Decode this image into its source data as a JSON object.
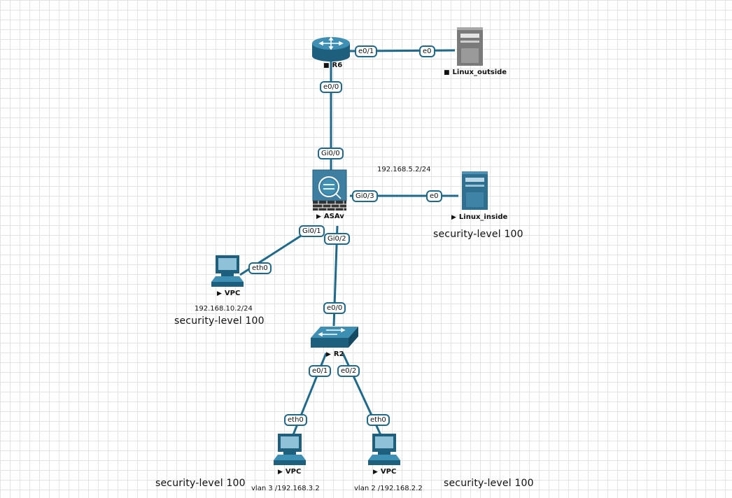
{
  "nodes": {
    "r6": {
      "label": "R6",
      "marker": "■"
    },
    "linux_outside": {
      "label": "Linux_outside",
      "marker": "■"
    },
    "asav": {
      "label": "ASAv",
      "marker": "▶"
    },
    "linux_inside": {
      "label": "Linux_inside",
      "marker": "▶"
    },
    "vpc_left": {
      "label": "VPC",
      "marker": "▶"
    },
    "r2": {
      "label": "R2",
      "marker": "▶"
    },
    "vpc_bottom_left": {
      "label": "VPC",
      "marker": "▶"
    },
    "vpc_bottom_right": {
      "label": "VPC",
      "marker": "▶"
    }
  },
  "interfaces": {
    "r6_e01": "e0/1",
    "linux_outside_e0": "e0",
    "r6_e00": "e0/0",
    "asav_gi00": "Gi0/0",
    "asav_gi03": "Gi0/3",
    "linux_inside_e0": "e0",
    "asav_gi01": "Gi0/1",
    "asav_gi02": "Gi0/2",
    "vpc_left_eth0": "eth0",
    "r2_e00": "e0/0",
    "r2_e01": "e0/1",
    "r2_e02": "e0/2",
    "vpc_bl_eth0": "eth0",
    "vpc_br_eth0": "eth0"
  },
  "annotations": {
    "ip_inside": "192.168.5.2/24",
    "ip_vpc_left": "192.168.10.2/24",
    "ip_vpc_bottom_left": "vlan 3 /192.168.3.2",
    "ip_vpc_bottom_right": "vlan 2 /192.168.2.2",
    "sec_inside": "security-level 100",
    "sec_vpc_left": "security-level 100",
    "sec_bottom_left": "security-level 100",
    "sec_bottom_right": "security-level 100"
  },
  "colors": {
    "link": "#1d6a8c",
    "device_dark": "#1f5f7e",
    "device_light": "#3d8fb3",
    "grid": "#e3e3e3"
  }
}
